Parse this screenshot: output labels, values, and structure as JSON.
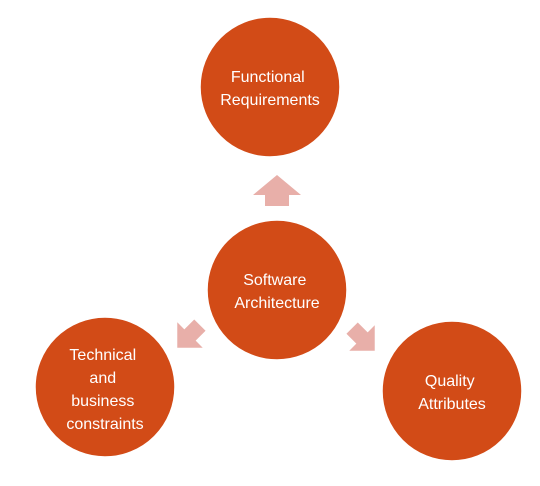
{
  "diagram": {
    "colors": {
      "node_fill": "#D24B17",
      "node_stroke": "#FFFFFF",
      "arrow_fill": "#E8AFA9",
      "text": "#FFFFFF"
    },
    "center": {
      "lines": [
        "Software",
        "Architecture"
      ]
    },
    "nodes": [
      {
        "id": "functional",
        "lines": [
          "Functional",
          "Requirements"
        ]
      },
      {
        "id": "technical",
        "lines": [
          "Technical",
          "and",
          "business",
          "constraints"
        ]
      },
      {
        "id": "quality",
        "lines": [
          "Quality",
          "Attributes"
        ]
      }
    ],
    "arrows": [
      {
        "id": "arrow-up",
        "direction": "up"
      },
      {
        "id": "arrow-down-left",
        "direction": "down-left"
      },
      {
        "id": "arrow-down-right",
        "direction": "down-right"
      }
    ]
  }
}
